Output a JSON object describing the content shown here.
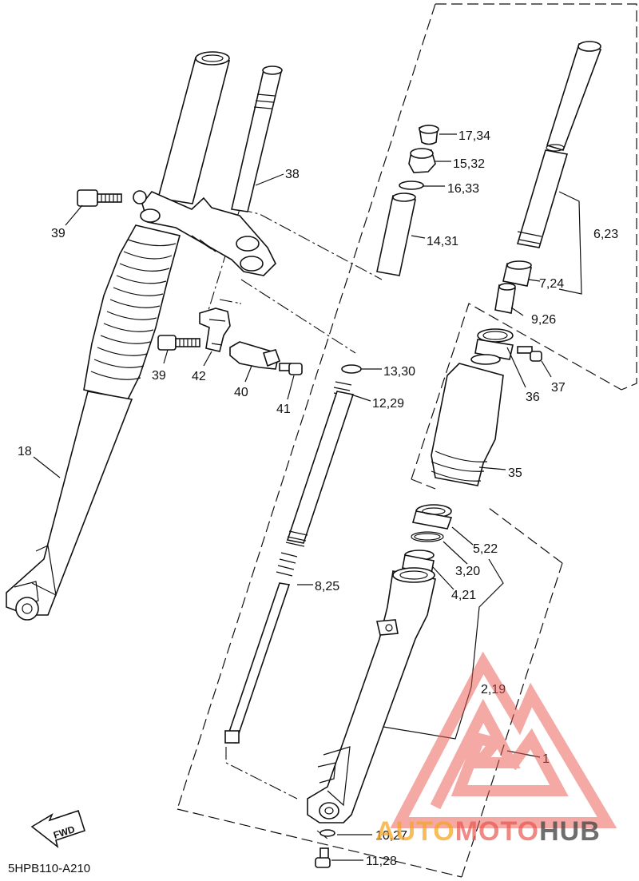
{
  "diagram_code": "5HPB110-A210",
  "fwd_label": "FWD",
  "watermark": {
    "left": "AUTO",
    "middle": "MOTO",
    "right": "HUB",
    "accent_color": "#f5a623",
    "triangle_color": "#e9564e",
    "dark_color": "#4a4a4a"
  },
  "callouts": [
    {
      "id": "c1",
      "label": "17,34"
    },
    {
      "id": "c2",
      "label": "15,32"
    },
    {
      "id": "c3",
      "label": "16,33"
    },
    {
      "id": "c4",
      "label": "14,31"
    },
    {
      "id": "c5",
      "label": "6,23"
    },
    {
      "id": "c6",
      "label": "7,24"
    },
    {
      "id": "c7",
      "label": "9,26"
    },
    {
      "id": "c8",
      "label": "38"
    },
    {
      "id": "c9",
      "label": "39"
    },
    {
      "id": "c10",
      "label": "39"
    },
    {
      "id": "c11",
      "label": "42"
    },
    {
      "id": "c12",
      "label": "40"
    },
    {
      "id": "c13",
      "label": "41"
    },
    {
      "id": "c14",
      "label": "13,30"
    },
    {
      "id": "c15",
      "label": "12,29"
    },
    {
      "id": "c16",
      "label": "37"
    },
    {
      "id": "c17",
      "label": "36"
    },
    {
      "id": "c18",
      "label": "35"
    },
    {
      "id": "c19",
      "label": "18"
    },
    {
      "id": "c20",
      "label": "5,22"
    },
    {
      "id": "c21",
      "label": "3,20"
    },
    {
      "id": "c22",
      "label": "4,21"
    },
    {
      "id": "c23",
      "label": "8,25"
    },
    {
      "id": "c24",
      "label": "2,19"
    },
    {
      "id": "c25",
      "label": "1"
    },
    {
      "id": "c26",
      "label": "10,27"
    },
    {
      "id": "c27",
      "label": "11,28"
    }
  ]
}
